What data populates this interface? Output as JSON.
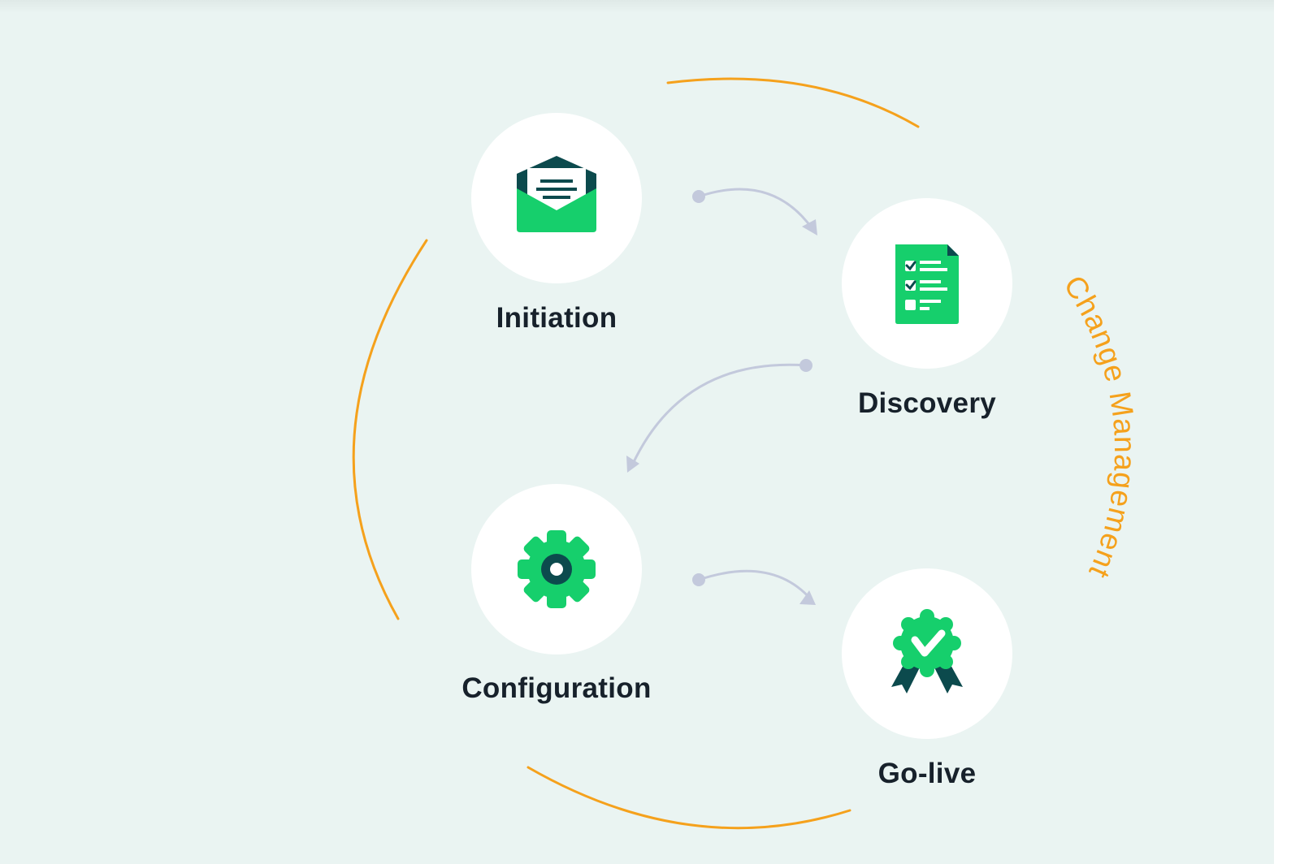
{
  "cycle_label": "Change Management",
  "steps": [
    {
      "label": "Initiation",
      "icon": "envelope-icon"
    },
    {
      "label": "Discovery",
      "icon": "checklist-icon"
    },
    {
      "label": "Configuration",
      "icon": "gear-icon"
    },
    {
      "label": "Go-live",
      "icon": "award-badge-icon"
    }
  ],
  "colors": {
    "background": "#eaf4f2",
    "cycle_arc": "#f5a11c",
    "icon_green": "#16cf6c",
    "icon_dark": "#0c4a4d",
    "connector": "#c3c9dc",
    "label_text": "#17212b"
  }
}
